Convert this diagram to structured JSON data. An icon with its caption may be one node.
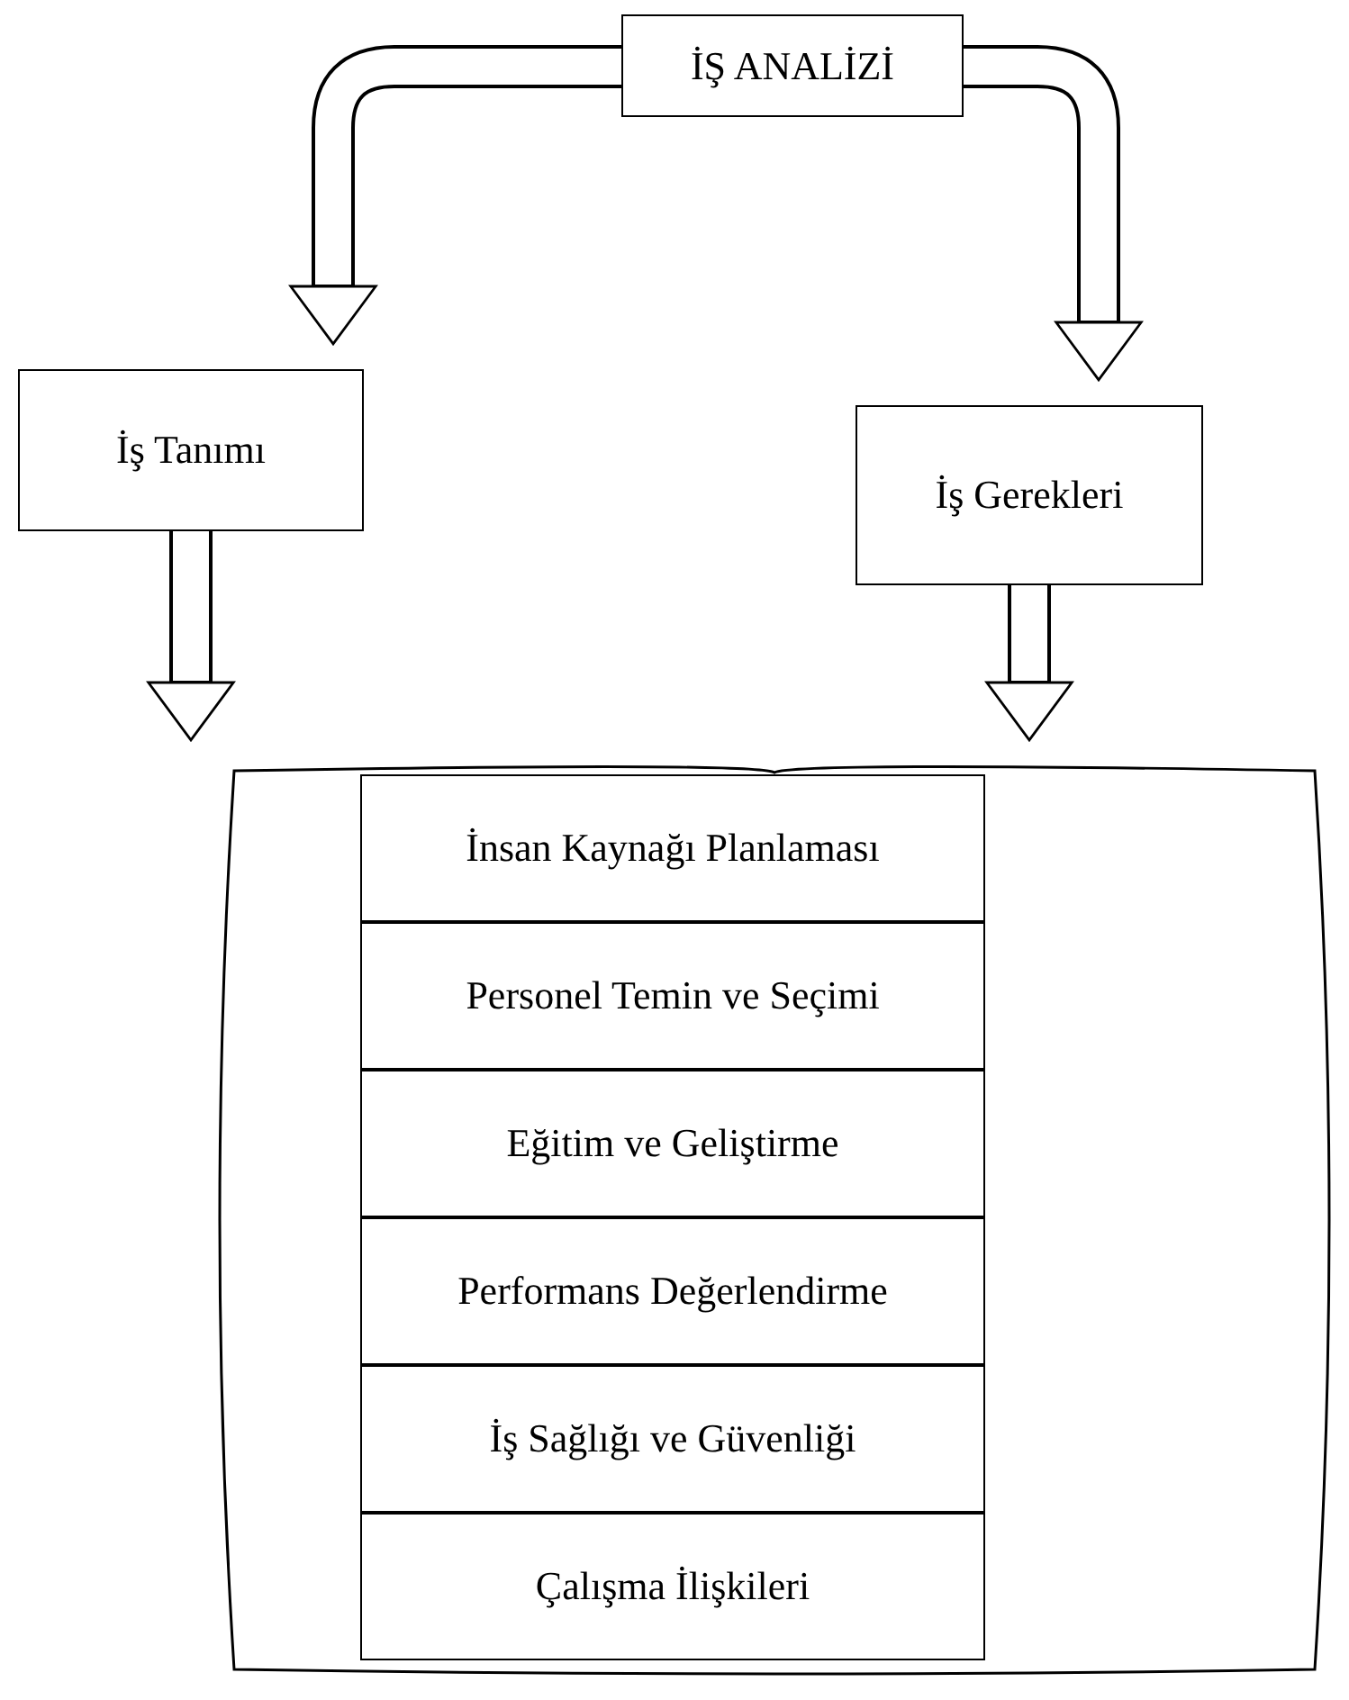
{
  "diagram": {
    "nodes": [
      {
        "text": [
          "İŞ ANALİZİ"
        ]
      },
      {
        "text": [
          "İş Tanımı"
        ]
      },
      {
        "text": [
          "İş Gerekleri"
        ]
      },
      {
        "text": [],
        "shape": "cylinder"
      },
      {
        "text": [
          "İnsan Kaynağı Planlaması"
        ],
        "in": 3
      },
      {
        "text": [
          "Personel Temin ve Seçimi"
        ],
        "in": 3
      },
      {
        "text": [
          "Eğitim ve Geliştirme"
        ],
        "in": 3
      },
      {
        "text": [
          "Performans Değerlendirme"
        ],
        "in": 3
      },
      {
        "text": [
          "İş Sağlığı ve Güvenliği"
        ],
        "in": 3
      },
      {
        "text": [
          "Çalışma İlişkileri"
        ],
        "in": 3
      }
    ],
    "edges": [
      {
        "from": 0,
        "to": 1,
        "arrow": "to"
      },
      {
        "from": 0,
        "to": 2,
        "arrow": "to"
      },
      {
        "from": 1,
        "to": 3,
        "arrow": "to"
      },
      {
        "from": 2,
        "to": 3,
        "arrow": "to"
      }
    ]
  }
}
